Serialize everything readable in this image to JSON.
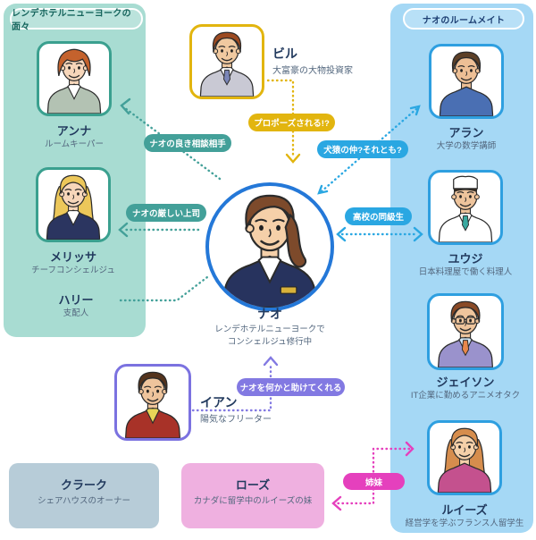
{
  "panels": {
    "hotel": {
      "label": "レンデホテルニューヨークの面々"
    },
    "roommates": {
      "label": "ナオのルームメイト"
    }
  },
  "characters": [
    {
      "name": "アンナ",
      "desc": "ルームキーパー",
      "avatar": {
        "style": "bob",
        "hair": "#c4622d",
        "skin": "#f6d6ba",
        "top": "#b3c2b3",
        "shirt": "#ffffff"
      }
    },
    {
      "name": "ビル",
      "desc": "大富豪の大物投資家",
      "avatar": {
        "style": "short",
        "hair": "#9c4a21",
        "skin": "#f0c9a0",
        "top": "#c9c9d4",
        "shirt": "#ffffff",
        "tie": "#7b86b8"
      }
    },
    {
      "name": "アラン",
      "desc": "大学の数学講師",
      "avatar": {
        "style": "short",
        "hair": "#5d4027",
        "skin": "#edbf95",
        "top": "#4a6fb3"
      }
    },
    {
      "name": "メリッサ",
      "desc": "チーフコンシェルジュ",
      "avatar": {
        "style": "long",
        "hair": "#ecc75a",
        "skin": "#f6d6ba",
        "top": "#2b3560",
        "shirt": "#ffffff"
      }
    },
    {
      "name": "ハリー",
      "desc": "支配人"
    },
    {
      "name": "ナオ",
      "desc": "レンデホテルニューヨークで",
      "desc2": "コンシェルジュ修行中",
      "avatar": {
        "style": "ponytail",
        "hair": "#7d4a2b",
        "skin": "#f5d0a9",
        "top": "#27335e",
        "shirt": "#ffffff",
        "tag": "#d9b23a"
      }
    },
    {
      "name": "ユウジ",
      "desc": "日本料理屋で働く料理人",
      "avatar": {
        "style": "chef",
        "hair": "#3a2a1a",
        "skin": "#eec49c",
        "top": "#ffffff",
        "shirt": "#ffffff",
        "tie": "#3aa9a0"
      }
    },
    {
      "name": "ジェイソン",
      "desc": "IT企業に勤めるアニメオタク",
      "avatar": {
        "style": "short",
        "hair": "#8a4a26",
        "skin": "#eec49c",
        "top": "#9a92cc",
        "shirt": "#cfe3f2",
        "tie": "#e8874a",
        "glasses": true
      }
    },
    {
      "name": "ルイーズ",
      "desc": "経営学を学ぶフランス人留学生",
      "avatar": {
        "style": "long",
        "hair": "#d68d4d",
        "skin": "#f5d0a9",
        "top": "#c4518e"
      }
    },
    {
      "name": "イアン",
      "desc": "陽気なフリーター",
      "avatar": {
        "style": "short",
        "hair": "#54331c",
        "skin": "#eec49c",
        "top": "#a83228",
        "shirt": "#e8d457"
      }
    },
    {
      "name": "クラーク",
      "desc": "シェアハウスのオーナー"
    },
    {
      "name": "ローズ",
      "desc": "カナダに留学中のルイーズの妹"
    }
  ],
  "relations": [
    {
      "label": "プロポーズされる!?",
      "color": "#e2b50f"
    },
    {
      "label": "ナオの良き相談相手",
      "color": "#43a099"
    },
    {
      "label": "ナオの厳しい上司",
      "color": "#43a099"
    },
    {
      "label": "犬猿の仲?それとも?",
      "color": "#2aa7e2"
    },
    {
      "label": "高校の同級生",
      "color": "#2aa7e2"
    },
    {
      "label": "ナオを何かと助けてくれる",
      "color": "#8279e2"
    },
    {
      "label": "姉妹",
      "color": "#e540bd"
    }
  ],
  "colors": {
    "panel_hotel": "#a8dcd2",
    "panel_roommates": "#a5d8f5",
    "nao_ring": "#2478d8",
    "border_teal": "#3aa08f",
    "border_blue": "#2e9fe0",
    "border_yellow": "#e2b50f",
    "border_purple": "#7b72e0",
    "box_clark": "#b7ccd8",
    "box_rose": "#efb0e0"
  }
}
